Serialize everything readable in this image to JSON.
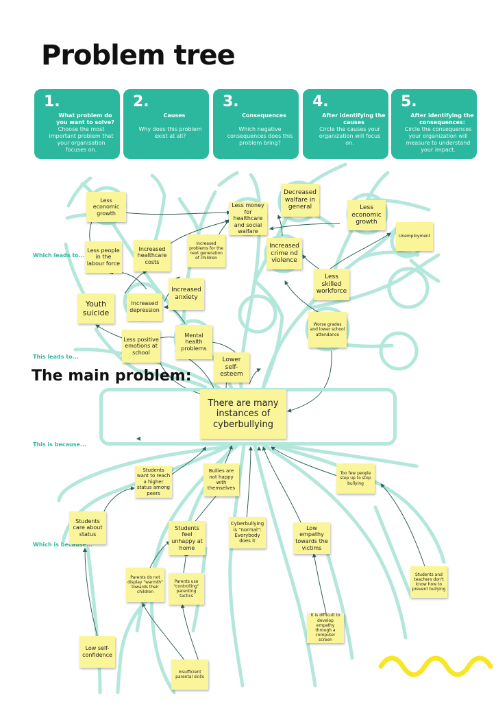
{
  "title": "Problem tree",
  "steps": [
    {
      "number": "1.",
      "heading": "What problem do you want to solve?",
      "text": "Choose the most important problem that your organisation focuses on."
    },
    {
      "number": "2.",
      "heading": "Causes",
      "text": "Why does this problem exist at all?"
    },
    {
      "number": "3.",
      "heading": "Consequences",
      "text": "Which negative consequences does this problem bring?"
    },
    {
      "number": "4.",
      "heading": "After identifying the causes",
      "text": "Circle the causes your organization will focus on."
    },
    {
      "number": "5.",
      "heading": "After identifying the consequences:",
      "text": "Circle the consequences your organization will measure to understand your impact."
    }
  ],
  "side_labels": {
    "which_leads_to": "Which leads to...",
    "this_leads_to": "This leads to...",
    "this_is_because": "This is because...",
    "which_is_because": "Which is because..."
  },
  "main_problem_heading": "The main problem:",
  "main_problem": "There are many instances of cyberbullying",
  "consequences": {
    "less_economic_growth_left": "Less economic growth",
    "decreased_welfare": "Decreased walfare in general",
    "less_money_healthcare": "Less money for healthcare and social walfare",
    "less_economic_growth_right": "Less economic growth",
    "unemployment": "Unemployment",
    "less_people_labour": "Less people in the labour force",
    "increased_healthcare_costs": "Increased healthcare costs",
    "increased_problems_next_gen": "Increased problems for the next generation of children",
    "increased_crime": "Increased crime nd violence",
    "less_skilled_workforce": "Less skilled workforce",
    "increased_anxiety": "Increased anxiety",
    "youth_suicide": "Youth suicide",
    "increased_depression": "Increased depression",
    "worse_grades": "Worse grades and lower school attendance",
    "less_positive_emotions": "Less positive emotions at school",
    "mental_health_problems": "Mental health problems",
    "lower_self_esteem": "Lower self-esteem"
  },
  "causes": {
    "students_higher_status": "Students want to reach a higher status among peers",
    "bullies_not_happy": "Bullies are not happy with themselves",
    "too_few_people": "Too few people step up to stop bullying",
    "students_care_status": "Students care about status",
    "students_unhappy_home": "Students feel unhappy at home",
    "cyberbullying_normal": "Cyberbullying is \"normal\": Everybody does it",
    "low_empathy": "Low empathy towards the victims",
    "no_warmth": "Parents do not display \"warmth\" towards their children",
    "controlling_parenting": "Parents use \"controlling\" parenting tactics",
    "students_teachers_dont_know": "Students and teachers don't know how to prevent bullying",
    "difficult_empathy_screen": "It is difficult to develop empathy through a computer screen",
    "low_self_confidence": "Low self-confidence",
    "insufficient_parental_skills": "Insufficient parental skills"
  },
  "colors": {
    "teal": "#2cb89e",
    "light_teal": "#b3e7dc",
    "sticky_yellow": "#fbf59a",
    "squiggle_yellow": "#f7e628",
    "arrow": "#2f5f58"
  }
}
